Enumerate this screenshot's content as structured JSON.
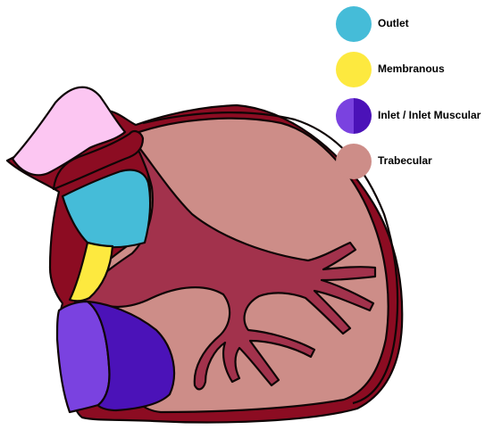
{
  "legend": {
    "items": [
      {
        "label": "Outlet",
        "color": "#45bcd8"
      },
      {
        "label": "Membranous",
        "color": "#fde93f"
      },
      {
        "label": "Inlet / Inlet Muscular",
        "color": "#7a42e0",
        "color2": "#4b12b8"
      },
      {
        "label": "Trabecular",
        "color": "#cd8d88"
      }
    ]
  },
  "colors": {
    "outline": "#0f0606",
    "myocardium": "#8c0c22",
    "septal_band": "#a2324c",
    "trabecular": "#cd8d88",
    "outlet": "#45bcd8",
    "membranous": "#fde93f",
    "inlet_light": "#7a42e0",
    "inlet_dark": "#4b12b8",
    "valve": "#fcc6f2"
  }
}
